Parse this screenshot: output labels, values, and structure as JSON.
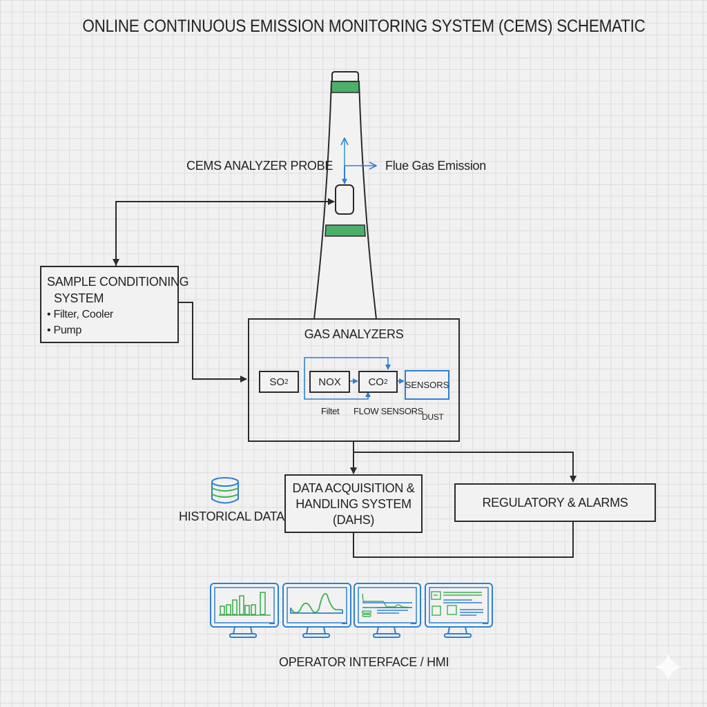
{
  "title": "ONLINE CONTINUOUS EMISSION MONITORING SYSTEM (CEMS) SCHEMATIC",
  "colors": {
    "line": "#2a2a2a",
    "accent_green": "#4caf6a",
    "accent_blue": "#2f7fd0",
    "background": "#f1f1f1"
  },
  "stack": {
    "probe_label": "CEMS ANALYZER PROBE",
    "flue_label": "Flue Gas Emission"
  },
  "sample_conditioning": {
    "title_line1": "SAMPLE CONDITIONING",
    "title_line2": "SYSTEM",
    "bullets": [
      "• Filter, Cooler",
      "• Pump"
    ]
  },
  "gas_analyzers": {
    "title": "GAS ANALYZERS",
    "so2": {
      "main": "SO",
      "sub": "2"
    },
    "nox": "NOX",
    "co2": {
      "main": "CO",
      "sub": "2"
    },
    "sensors": "SENSORS",
    "filter_label": "Filtet",
    "flow_label": "FLOW SENSORS",
    "dust_label": "DUST"
  },
  "historical": {
    "icon": "database-icon",
    "label": "HISTORICAL DATA"
  },
  "dahs": {
    "line1": "DATA ACQUISITION &",
    "line2": "HANDLING SYSTEM",
    "line3": "(DAHS)"
  },
  "regulatory": {
    "label": "REGULATORY & ALARMS"
  },
  "hmi": {
    "label": "OPERATOR INTERFACE / HMI",
    "monitors": [
      {
        "icon": "bar-chart-icon"
      },
      {
        "icon": "line-chart-icon"
      },
      {
        "icon": "trend-dashboard-icon"
      },
      {
        "icon": "control-panel-icon"
      }
    ]
  }
}
